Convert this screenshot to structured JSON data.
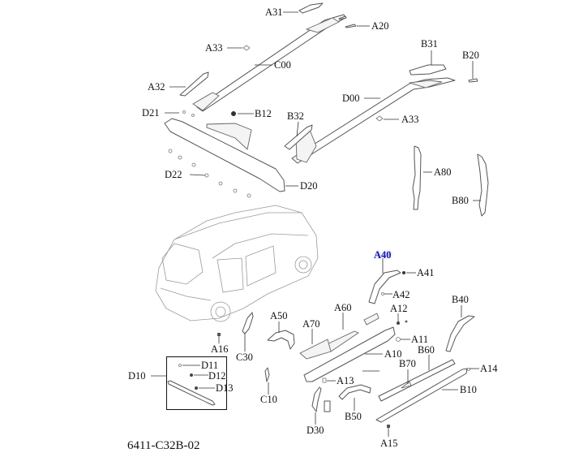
{
  "diagram": {
    "drawing_number": "6411-C32B-02",
    "highlight_color": "#1a1aa8",
    "selected_part": "A40",
    "callouts": [
      {
        "id": "A31",
        "label": "A31"
      },
      {
        "id": "A20",
        "label": "A20"
      },
      {
        "id": "A33-left",
        "label": "A33"
      },
      {
        "id": "C00",
        "label": "C00"
      },
      {
        "id": "A32",
        "label": "A32"
      },
      {
        "id": "B31",
        "label": "B31"
      },
      {
        "id": "B20",
        "label": "B20"
      },
      {
        "id": "D00",
        "label": "D00"
      },
      {
        "id": "A33-right",
        "label": "A33"
      },
      {
        "id": "D21",
        "label": "D21"
      },
      {
        "id": "B12",
        "label": "B12"
      },
      {
        "id": "B32",
        "label": "B32"
      },
      {
        "id": "D22",
        "label": "D22"
      },
      {
        "id": "D20",
        "label": "D20"
      },
      {
        "id": "A80",
        "label": "A80"
      },
      {
        "id": "B80",
        "label": "B80"
      },
      {
        "id": "A40",
        "label": "A40"
      },
      {
        "id": "A41",
        "label": "A41"
      },
      {
        "id": "A42",
        "label": "A42"
      },
      {
        "id": "A12",
        "label": "A12"
      },
      {
        "id": "B40",
        "label": "B40"
      },
      {
        "id": "A50",
        "label": "A50"
      },
      {
        "id": "A60",
        "label": "A60"
      },
      {
        "id": "A70",
        "label": "A70"
      },
      {
        "id": "A11",
        "label": "A11"
      },
      {
        "id": "A16",
        "label": "A16"
      },
      {
        "id": "C30",
        "label": "C30"
      },
      {
        "id": "A10",
        "label": "A10"
      },
      {
        "id": "B60",
        "label": "B60"
      },
      {
        "id": "B70",
        "label": "B70"
      },
      {
        "id": "A14",
        "label": "A14"
      },
      {
        "id": "D10",
        "label": "D10"
      },
      {
        "id": "D11",
        "label": "D11"
      },
      {
        "id": "D12",
        "label": "D12"
      },
      {
        "id": "D13",
        "label": "D13"
      },
      {
        "id": "C10",
        "label": "C10"
      },
      {
        "id": "A13",
        "label": "A13"
      },
      {
        "id": "B10",
        "label": "B10"
      },
      {
        "id": "B50",
        "label": "B50"
      },
      {
        "id": "D30",
        "label": "D30"
      },
      {
        "id": "A15",
        "label": "A15"
      }
    ]
  }
}
